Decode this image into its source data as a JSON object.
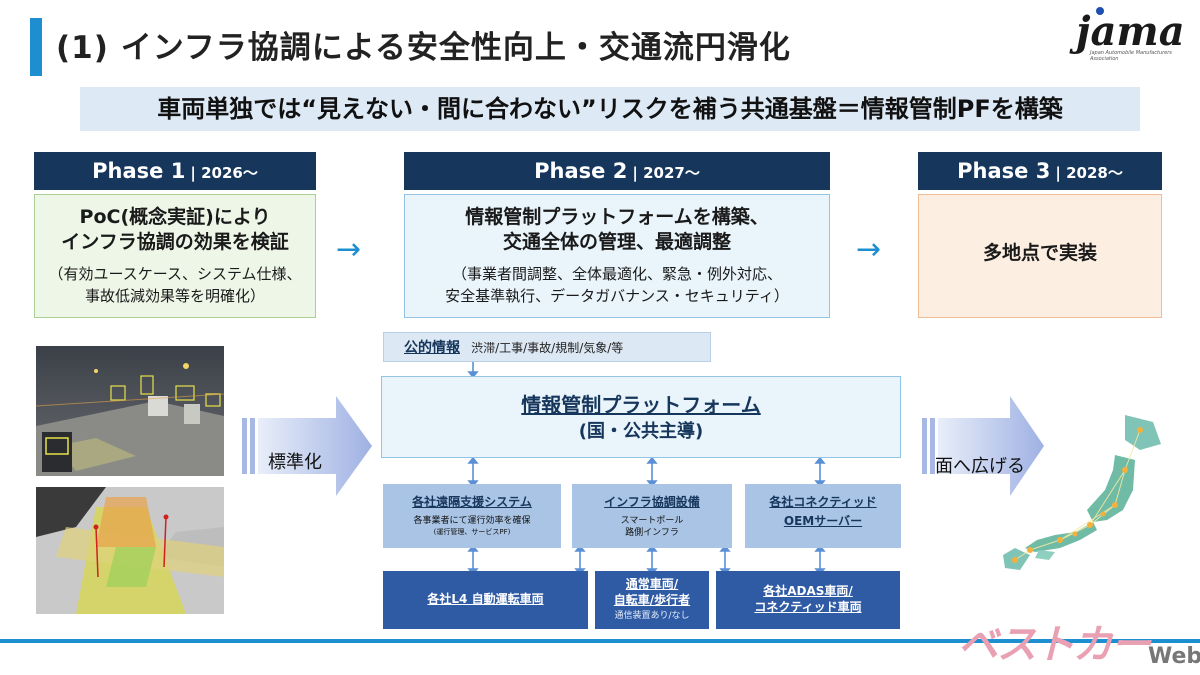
{
  "header": {
    "title": "(1) インフラ協調による安全性向上・交通流円滑化",
    "logo_text": "jama",
    "logo_sub": "Japan Automobile Manufacturers Association"
  },
  "subtitle": "車両単独では“見えない・間に合わない”リスクを補う共通基盤＝情報管制PFを構築",
  "phases": [
    {
      "name": "Phase 1",
      "date": "2026〜",
      "main": [
        "PoC(概念実証)により",
        "インフラ協調の効果を検証"
      ],
      "sub": [
        "（有効ユースケース、システム仕様、",
        "事故低減効果等を明確化）"
      ]
    },
    {
      "name": "Phase 2",
      "date": "2027〜",
      "main": [
        "情報管制プラットフォームを構築、",
        "交通全体の管理、最適調整"
      ],
      "sub": [
        "（事業者間調整、全体最適化、緊急・例外対応、",
        "安全基準執行、データガバナンス・セキュリティ）"
      ]
    },
    {
      "name": "Phase 3",
      "date": "2028〜",
      "main": [
        "多地点で実装"
      ]
    }
  ],
  "arrow_glyph": "→",
  "public_info": {
    "label": "公的情報",
    "value": "渋滞/工事/事故/規制/気象/等"
  },
  "platform": {
    "line1": "情報管制プラットフォーム",
    "line2": "(国・公共主導)"
  },
  "subsystems": [
    {
      "title": "各社遠隔支援システム",
      "line1": "各事業者にて運行効率を確保",
      "line2": "(運行管理、サービスPF)"
    },
    {
      "title": "インフラ協調設備",
      "line1": "スマートポール",
      "line2": "路側インフラ"
    },
    {
      "title": "各社コネクティッド",
      "title2": "OEMサーバー"
    }
  ],
  "vehicles": [
    {
      "title": "各社L4 自動運転車両"
    },
    {
      "title": "通常車両/",
      "title2": "自転車/歩行者",
      "sub": "通信装置あり/なし"
    },
    {
      "title": "各社ADAS車両/",
      "title2": "コネクティッド車両"
    }
  ],
  "left_arrow_label": "標準化",
  "right_arrow_label": "面へ広げる",
  "watermark": "ベストカー",
  "watermark_web": "Web",
  "colors": {
    "accent": "#1d8fd0",
    "navy": "#16365c",
    "vehicle_blue": "#2f5aa4"
  }
}
